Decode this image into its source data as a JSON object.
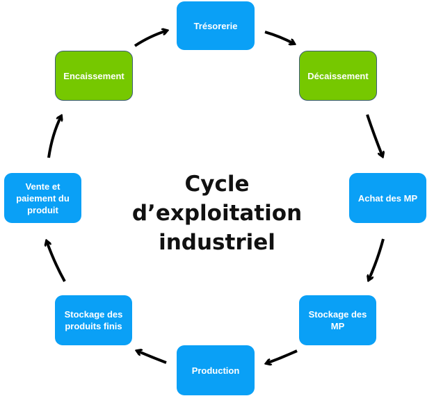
{
  "title": "Cycle d’exploitation\nindustriel",
  "colors": {
    "blue": "#0aa0f6",
    "green": "#76c800",
    "green_border": "#3c5a78",
    "arrow": "#000000"
  },
  "nodes": [
    {
      "id": "tresorerie",
      "label": "Trésorerie",
      "color": "blue"
    },
    {
      "id": "decaissement",
      "label": "Décaissement",
      "color": "green"
    },
    {
      "id": "achat-mp",
      "label": "Achat des MP",
      "color": "blue"
    },
    {
      "id": "stockage-mp",
      "label": "Stockage des\nMP",
      "color": "blue"
    },
    {
      "id": "production",
      "label": "Production",
      "color": "blue"
    },
    {
      "id": "stockage-produits-finis",
      "label": "Stockage des\nproduits finis",
      "color": "blue"
    },
    {
      "id": "vente-paiement",
      "label": "Vente et\npaiement du\nproduit",
      "color": "blue"
    },
    {
      "id": "encaissement",
      "label": "Encaissement",
      "color": "green"
    }
  ],
  "flow": [
    [
      "tresorerie",
      "decaissement"
    ],
    [
      "decaissement",
      "achat-mp"
    ],
    [
      "achat-mp",
      "stockage-mp"
    ],
    [
      "stockage-mp",
      "production"
    ],
    [
      "production",
      "stockage-produits-finis"
    ],
    [
      "stockage-produits-finis",
      "vente-paiement"
    ],
    [
      "vente-paiement",
      "encaissement"
    ],
    [
      "encaissement",
      "tresorerie"
    ]
  ]
}
